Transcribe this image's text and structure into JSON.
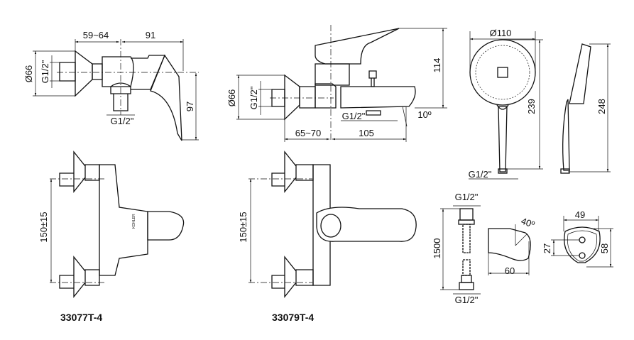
{
  "models": {
    "left": "33077T-4",
    "right": "33079T-4"
  },
  "shower_mixer_side": {
    "dim_offset": "59~64",
    "dim_depth": "91",
    "dim_flange": "Ø66",
    "dim_inlet": "G1/2\"",
    "dim_outlet": "G1/2\"",
    "dim_height": "97"
  },
  "bath_mixer_side": {
    "dim_flange": "Ø66",
    "dim_inlet": "G1/2\"",
    "dim_outlet": "G1/2\"",
    "dim_angle": "10º",
    "dim_offset": "65~70",
    "dim_depth": "105",
    "dim_height": "114"
  },
  "hand_shower": {
    "dim_diameter": "Ø110",
    "dim_length_front": "239",
    "dim_length_side": "248",
    "dim_thread": "G1/2\""
  },
  "front_views": {
    "left_centers": "150±15",
    "right_centers": "150±15",
    "brand_mark": "KOHLER"
  },
  "hose": {
    "top_thread": "G1/2\"",
    "length": "1500",
    "bottom_thread": "G1/2\""
  },
  "holder": {
    "angle": "40º",
    "depth": "60",
    "width": "49",
    "hole_spacing": "27",
    "height": "58"
  }
}
